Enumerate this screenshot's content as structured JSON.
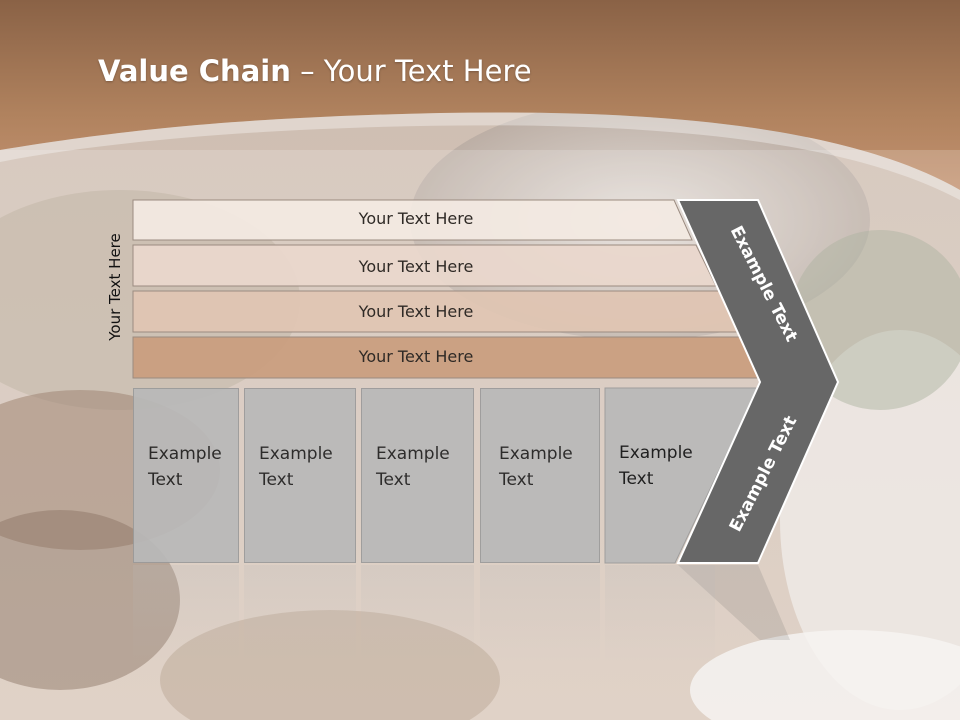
{
  "slide": {
    "title_bold": "Value Chain",
    "title_rest": " – Your Text Here",
    "side_label": "Your Text Here"
  },
  "bands": [
    {
      "label": "Your Text Here",
      "color": "#f3e9e2"
    },
    {
      "label": "Your Text Here",
      "color": "#ead7cc"
    },
    {
      "label": "Your Text Here",
      "color": "#e0c5b3"
    },
    {
      "label": "Your Text Here",
      "color": "#c99d7e"
    }
  ],
  "boxes": [
    {
      "line1": "Example",
      "line2": "Text"
    },
    {
      "line1": "Example",
      "line2": "Text"
    },
    {
      "line1": "Example",
      "line2": "Text"
    },
    {
      "line1": "Example",
      "line2": "Text"
    },
    {
      "line1": "Example",
      "line2": "Text"
    }
  ],
  "arrow": {
    "top_label": "Example Text",
    "bottom_label": "Example Text",
    "color": "#676767"
  },
  "colors": {
    "header": "#a8764f",
    "background": "#d9ccc3"
  }
}
